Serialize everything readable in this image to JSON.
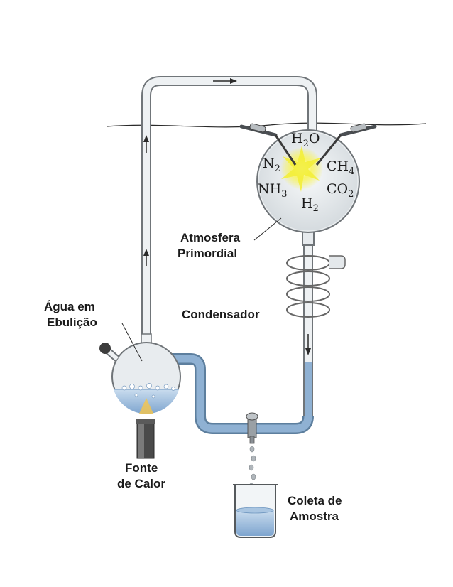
{
  "labels": {
    "atmosphere_line1": "Atmosfera",
    "atmosphere_line2": "Primordial",
    "condenser": "Condensador",
    "boiling_line1": "Água em",
    "boiling_line2": "Ebulição",
    "heat_line1": "Fonte",
    "heat_line2": "de Calor",
    "sample_line1": "Coleta de",
    "sample_line2": "Amostra"
  },
  "gases": {
    "h2o": {
      "base": "H",
      "sub": "2",
      "rest": "O"
    },
    "n2": {
      "base": "N",
      "sub": "2",
      "rest": ""
    },
    "ch4": {
      "base": "CH",
      "sub": "4",
      "rest": ""
    },
    "nh3": {
      "base": "NH",
      "sub": "3",
      "rest": ""
    },
    "co2": {
      "base": "CO",
      "sub": "2",
      "rest": ""
    },
    "h2": {
      "base": "H",
      "sub": "2",
      "rest": ""
    }
  },
  "colors": {
    "glass_outline": "#6f7478",
    "glass_fill": "#e6eaed",
    "water": "#8fb1d3",
    "water_dark": "#6f96bf",
    "spark": "#f3ee3a",
    "flame": "#f6c64a"
  }
}
